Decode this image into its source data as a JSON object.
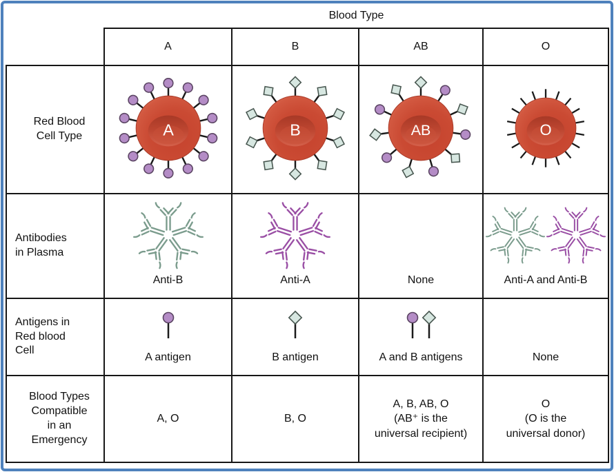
{
  "title": "Blood Type",
  "columns": {
    "a": "A",
    "b": "B",
    "ab": "AB",
    "o": "O"
  },
  "row_headers": {
    "rbc": [
      "Red Blood",
      "Cell Type"
    ],
    "antibodies": [
      "Antibodies",
      "in Plasma"
    ],
    "antigens": [
      "Antigens in",
      "Red blood",
      "Cell"
    ],
    "compat": [
      "Blood Types",
      "Compatible",
      "in an",
      "Emergency"
    ]
  },
  "rbc_labels": {
    "a": "A",
    "b": "B",
    "ab": "AB",
    "o": "O"
  },
  "antibodies": {
    "a": "Anti-B",
    "b": "Anti-A",
    "ab": "None",
    "o": "Anti-A and Anti-B"
  },
  "antigens": {
    "a": "A antigen",
    "b": "B antigen",
    "ab": "A and B antigens",
    "o": "None"
  },
  "compat": {
    "a": [
      "A, O"
    ],
    "b": [
      "B, O"
    ],
    "ab": [
      "A, B, AB, O",
      "(AB⁺ is the",
      "universal recipient)"
    ],
    "o": [
      "O",
      "(O is the",
      "universal donor)"
    ]
  },
  "colors": {
    "frame_blue": "#4E81BC",
    "table_line": "#161616",
    "cell_red": "#CA4A33",
    "cell_red_dark": "#A83926",
    "antigen_a_purple": "#B48CC6",
    "antigen_a_outline": "#5A4462",
    "antigen_b_teal": "#D7E7E1",
    "antigen_b_outline": "#47564F",
    "antibody_anti_b_green": "#7B9C8D",
    "antibody_anti_a_purple": "#9A4FA5",
    "cell_letter_white": "#FFFFFF"
  }
}
